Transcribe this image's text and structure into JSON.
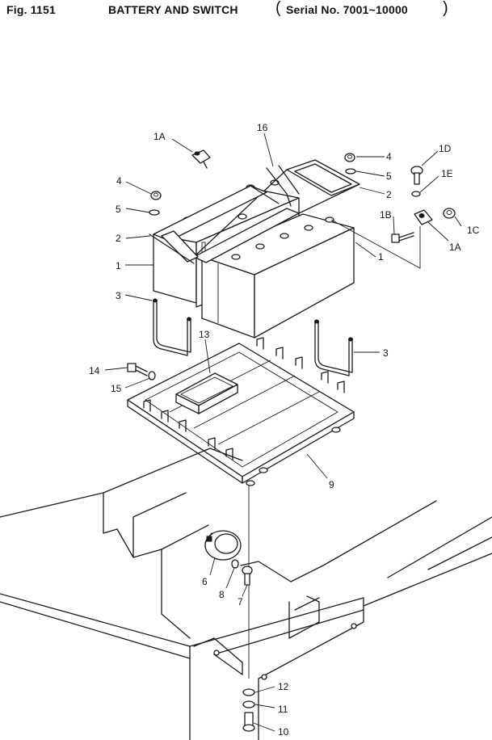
{
  "header": {
    "figure_number": "Fig. 1151",
    "title": "BATTERY AND SWITCH",
    "serial_range": "Serial No. 7001~10000"
  },
  "callouts": {
    "c1A_top": "1A",
    "c16": "16",
    "c4_right": "4",
    "c5_right": "5",
    "c2_right": "2",
    "c1D": "1D",
    "c1E": "1E",
    "c4_left": "4",
    "c5_left": "5",
    "c2_left": "2",
    "c1B": "1B",
    "c1C": "1C",
    "c1A_right": "1A",
    "c1_right": "1",
    "c1_left": "1",
    "c3_left": "3",
    "c13": "13",
    "c3_right": "3",
    "c14": "14",
    "c15": "15",
    "c9": "9",
    "c6": "6",
    "c8": "8",
    "c7": "7",
    "c12": "12",
    "c11": "11",
    "c10": "10"
  }
}
